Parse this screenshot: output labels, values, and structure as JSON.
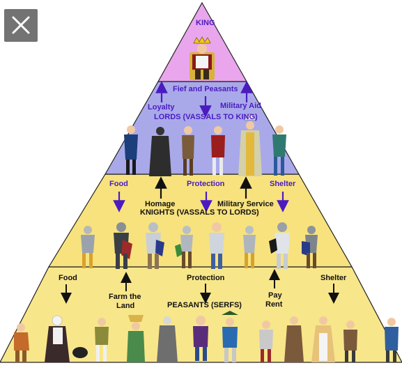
{
  "colors": {
    "king_tier": "#e9a6ec",
    "lords_tier": "#a9a9ea",
    "knights_tier": "#f7e27e",
    "peasants_tier": "#f8e68a",
    "arrow_purple": "#4b1bc0",
    "arrow_black": "#111111"
  },
  "close_button": {
    "icon": "close-icon"
  },
  "pyramid": {
    "king": {
      "title": "KING"
    },
    "lords": {
      "fief_and_peasants": "Fief and Peasants",
      "loyalty": "Loyalty",
      "military_aid": "Military Aid",
      "title": "LORDS (VASSALS TO KING)"
    },
    "knights": {
      "food": "Food",
      "protection": "Protection",
      "shelter": "Shelter",
      "homage": "Homage",
      "military_service": "Military Service",
      "title": "KNIGHTS (VASSALS TO LORDS)"
    },
    "peasants": {
      "food": "Food",
      "farm_the_land_1": "Farm the",
      "farm_the_land_2": "Land",
      "protection": "Protection",
      "pay_rent_1": "Pay",
      "pay_rent_2": "Rent",
      "shelter": "Shelter",
      "title": "PEASANTS (SERFS)"
    }
  }
}
